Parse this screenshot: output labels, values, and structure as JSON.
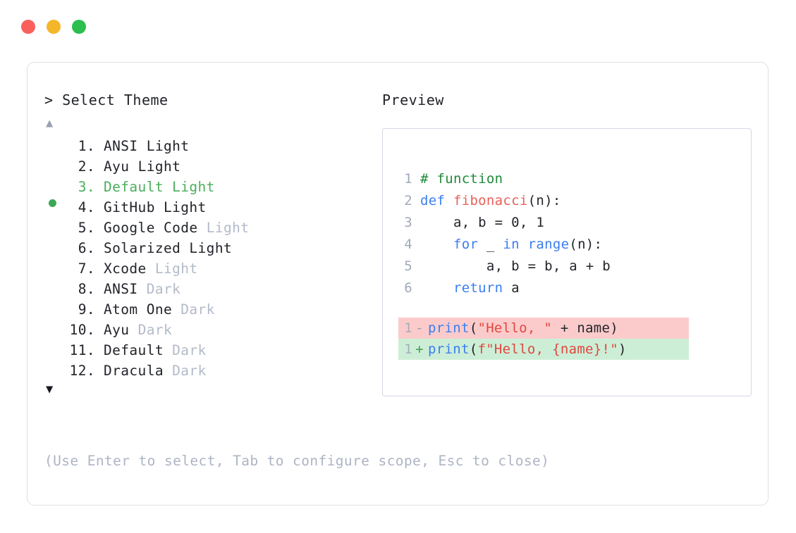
{
  "window": {
    "traffic_lights": [
      {
        "name": "close-button",
        "color": "#f9605c"
      },
      {
        "name": "minimize-button",
        "color": "#f4b62a"
      },
      {
        "name": "maximize-button",
        "color": "#2cbe4e"
      }
    ]
  },
  "selector": {
    "prompt": "> Select Theme",
    "scroll_up_indicator": "▲",
    "scroll_down_indicator": "▼",
    "selected_index": 3,
    "items": [
      {
        "num": " 1.",
        "base": "ANSI ",
        "suffix": "Light",
        "suffix_dim": false,
        "selected": false
      },
      {
        "num": " 2.",
        "base": "Ayu ",
        "suffix": "Light",
        "suffix_dim": false,
        "selected": false
      },
      {
        "num": " 3.",
        "base": "Default ",
        "suffix": "Light",
        "suffix_dim": false,
        "selected": true
      },
      {
        "num": " 4.",
        "base": "GitHub ",
        "suffix": "Light",
        "suffix_dim": false,
        "selected": false
      },
      {
        "num": " 5.",
        "base": "Google Code ",
        "suffix": "Light",
        "suffix_dim": true,
        "selected": false
      },
      {
        "num": " 6.",
        "base": "Solarized ",
        "suffix": "Light",
        "suffix_dim": false,
        "selected": false
      },
      {
        "num": " 7.",
        "base": "Xcode ",
        "suffix": "Light",
        "suffix_dim": true,
        "selected": false
      },
      {
        "num": " 8.",
        "base": "ANSI ",
        "suffix": "Dark",
        "suffix_dim": true,
        "selected": false
      },
      {
        "num": " 9.",
        "base": "Atom One ",
        "suffix": "Dark",
        "suffix_dim": true,
        "selected": false
      },
      {
        "num": "10.",
        "base": "Ayu ",
        "suffix": "Dark",
        "suffix_dim": true,
        "selected": false
      },
      {
        "num": "11.",
        "base": "Default ",
        "suffix": "Dark",
        "suffix_dim": true,
        "selected": false
      },
      {
        "num": "12.",
        "base": "Dracula ",
        "suffix": "Dark",
        "suffix_dim": true,
        "selected": false
      }
    ],
    "hint": "(Use Enter to select, Tab to configure scope, Esc to close)"
  },
  "preview": {
    "label": "Preview",
    "code_lines": [
      {
        "n": "1",
        "tokens": [
          {
            "t": "# function",
            "c": "comment"
          }
        ]
      },
      {
        "n": "2",
        "tokens": [
          {
            "t": "def ",
            "c": "kw"
          },
          {
            "t": "fibonacci",
            "c": "fn"
          },
          {
            "t": "(n):",
            "c": "plain"
          }
        ]
      },
      {
        "n": "3",
        "tokens": [
          {
            "t": "    a, b = 0, 1",
            "c": "plain"
          }
        ]
      },
      {
        "n": "4",
        "tokens": [
          {
            "t": "    ",
            "c": "plain"
          },
          {
            "t": "for",
            "c": "kw"
          },
          {
            "t": " _ ",
            "c": "plain"
          },
          {
            "t": "in ",
            "c": "kw"
          },
          {
            "t": "range",
            "c": "kw"
          },
          {
            "t": "(n):",
            "c": "plain"
          }
        ]
      },
      {
        "n": "5",
        "tokens": [
          {
            "t": "        a, b = b, a + b",
            "c": "plain"
          }
        ]
      },
      {
        "n": "6",
        "tokens": [
          {
            "t": "    ",
            "c": "plain"
          },
          {
            "t": "return",
            "c": "kw"
          },
          {
            "t": " a",
            "c": "plain"
          }
        ]
      }
    ],
    "diff_lines": [
      {
        "n": "1",
        "sign": "-",
        "kind": "del",
        "tokens": [
          {
            "t": "print",
            "c": "kw"
          },
          {
            "t": "(",
            "c": "plain"
          },
          {
            "t": "\"Hello, \"",
            "c": "str"
          },
          {
            "t": " + name)",
            "c": "plain"
          }
        ]
      },
      {
        "n": "1",
        "sign": "+",
        "kind": "add",
        "tokens": [
          {
            "t": "print",
            "c": "kw"
          },
          {
            "t": "(",
            "c": "plain"
          },
          {
            "t": "f\"Hello, {name}!\"",
            "c": "str"
          },
          {
            "t": ")",
            "c": "plain"
          }
        ]
      }
    ]
  },
  "colors": {
    "accent_green": "#4aae5d",
    "bullet_green": "#3aa856",
    "dim_text": "#b3bac9",
    "diff_del_bg": "#fbcbcb",
    "diff_add_bg": "#cdeed6",
    "keyword_blue": "#3b7ef0",
    "string_red": "#e0483f",
    "comment_green": "#1f8a3b",
    "card_border": "#dcdfe6"
  }
}
